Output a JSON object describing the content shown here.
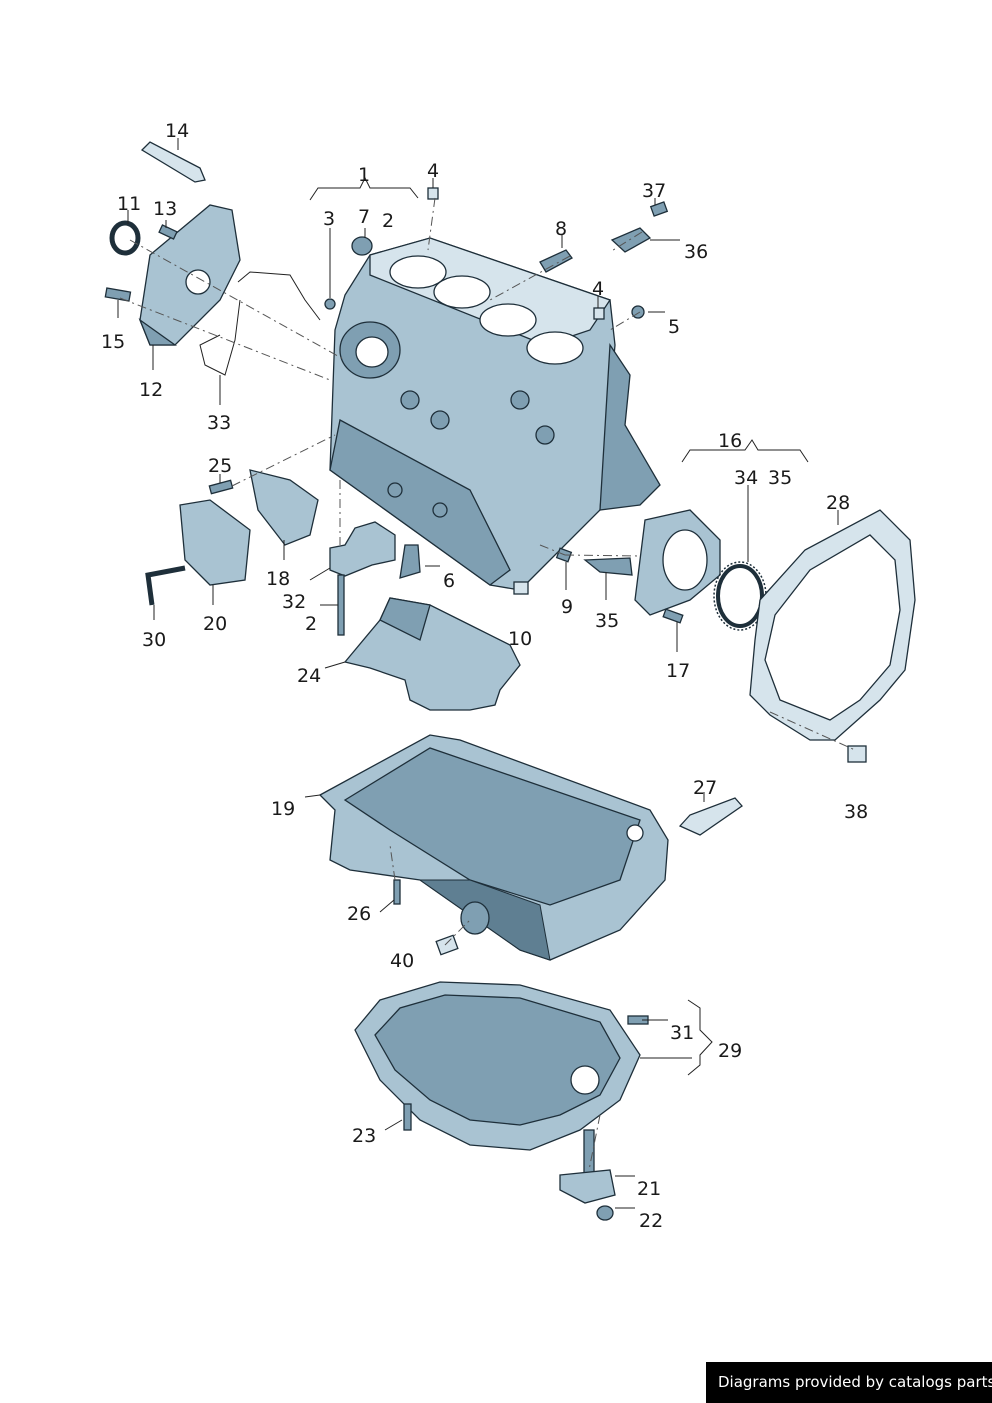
{
  "callouts": {
    "c1": "1",
    "c2a": "2",
    "c2b": "2",
    "c3": "3",
    "c4a": "4",
    "c4b": "4",
    "c5": "5",
    "c6": "6",
    "c7": "7",
    "c8": "8",
    "c9": "9",
    "c10": "10",
    "c11": "11",
    "c12": "12",
    "c13": "13",
    "c14": "14",
    "c15": "15",
    "c16": "16",
    "c17": "17",
    "c18": "18",
    "c19": "19",
    "c20": "20",
    "c21": "21",
    "c22": "22",
    "c23": "23",
    "c24": "24",
    "c25": "25",
    "c26": "26",
    "c27": "27",
    "c28": "28",
    "c29": "29",
    "c30": "30",
    "c31": "31",
    "c32": "32",
    "c33": "33",
    "c34": "34",
    "c35a": "35",
    "c35b": "35",
    "c36": "36",
    "c37": "37",
    "c38": "38",
    "c40": "40"
  },
  "footer": {
    "text": "Diagrams provided by catalogs parts"
  },
  "colors": {
    "part_fill": "#a9c3d2",
    "part_dark": "#7f9fb2",
    "outline": "#1e2f3a",
    "footer_bg": "#000000"
  }
}
